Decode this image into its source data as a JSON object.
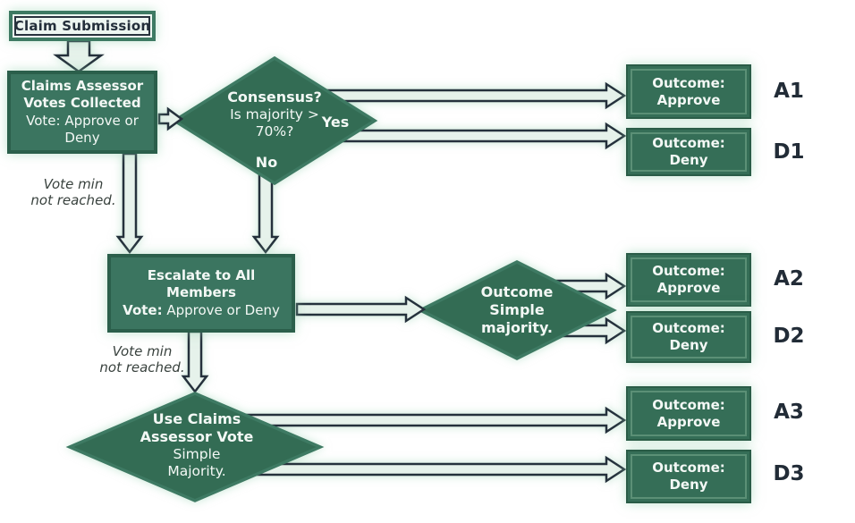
{
  "flow": {
    "start": {
      "label": "Claim Submission"
    },
    "claims_assessor": {
      "title": "Claims Assessor Votes Collected",
      "subtitle": "Vote: Approve or Deny"
    },
    "consensus": {
      "title": "Consensus?",
      "question": "Is majority > 70%?",
      "yes_label": "Yes",
      "no_label": "No"
    },
    "note_1": {
      "line1": "Vote min",
      "line2": "not reached."
    },
    "escalate": {
      "title": "Escalate to All Members",
      "vote_prefix": "Vote:",
      "vote_text": " Approve or Deny"
    },
    "note_2": {
      "line1": "Vote min",
      "line2": "not reached."
    },
    "simple_majority": {
      "line1": "Outcome",
      "line2": "Simple",
      "line3": "majority."
    },
    "assessor_vote": {
      "title_line1": "Use Claims",
      "title_line2": "Assessor Vote",
      "sub_line1": "Simple",
      "sub_line2": "Majority."
    },
    "outcomes": [
      {
        "id": "A1",
        "line1": "Outcome:",
        "line2": "Approve"
      },
      {
        "id": "D1",
        "line1": "Outcome:",
        "line2": "Deny"
      },
      {
        "id": "A2",
        "line1": "Outcome:",
        "line2": "Approve"
      },
      {
        "id": "D2",
        "line1": "Outcome:",
        "line2": "Deny"
      },
      {
        "id": "A3",
        "line1": "Outcome:",
        "line2": "Approve"
      },
      {
        "id": "D3",
        "line1": "Outcome:",
        "line2": "Deny"
      }
    ]
  },
  "colors": {
    "node_fill": "#3B7560",
    "node_border": "#2B5F4B",
    "diamond_fill": "#336C54",
    "light_fill": "#EDF6F1",
    "arrow_fill": "#E6F2EB",
    "arrow_outline": "#25313C",
    "label_text": "#222C37"
  }
}
